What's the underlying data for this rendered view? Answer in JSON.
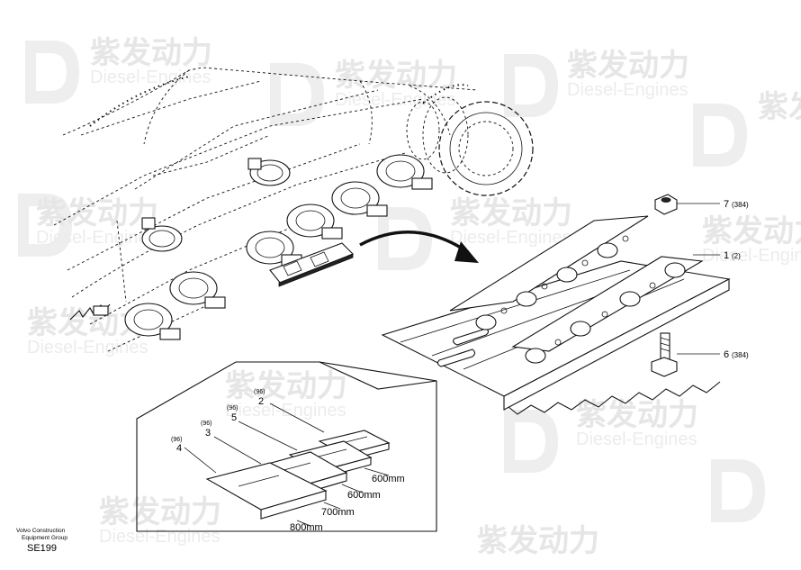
{
  "watermark": {
    "brand_cn": "紫发动力",
    "brand_en": "Diesel-Engines"
  },
  "callouts": [
    {
      "id": "7",
      "qty": "(384)"
    },
    {
      "id": "1",
      "qty": "(2)"
    },
    {
      "id": "6",
      "qty": "(384)"
    }
  ],
  "shoe_callouts": [
    {
      "id": "2",
      "qty": "(96)",
      "width": "600mm"
    },
    {
      "id": "5",
      "qty": "(96)",
      "width": "600mm"
    },
    {
      "id": "3",
      "qty": "(96)",
      "width": "700mm"
    },
    {
      "id": "4",
      "qty": "(96)",
      "width": "800mm"
    }
  ],
  "footer": {
    "company_line1": "Volvo Construction",
    "company_line2": "Equipment Group",
    "code": "SE199"
  }
}
